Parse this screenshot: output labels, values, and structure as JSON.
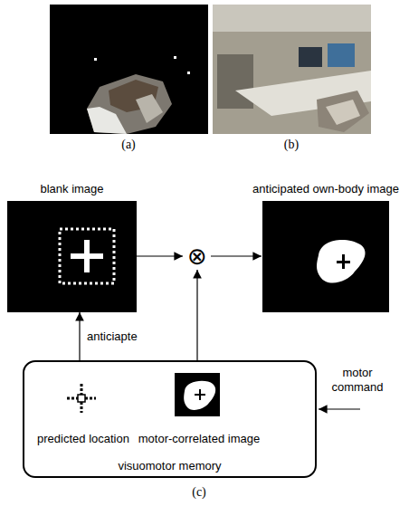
{
  "diagram": {
    "nodes": [
      {
        "text": [
          "blank image"
        ]
      },
      {
        "text": [
          "⊗"
        ]
      },
      {
        "text": [
          "anticipated own-body image"
        ]
      },
      {
        "text": [
          "visuomotor memory"
        ]
      },
      {
        "text": [
          "predicted location"
        ],
        "in": 3
      },
      {
        "text": [
          "motor-correlated image"
        ],
        "in": 3
      }
    ],
    "edges": [
      {
        "from": 0,
        "to": 1,
        "arrow": "to"
      },
      {
        "from": 1,
        "to": 2,
        "arrow": "to"
      },
      {
        "from": 3,
        "to": 0,
        "label": "anticiapte",
        "arrow": "to"
      },
      {
        "from": 3,
        "to": 1,
        "arrow": "to"
      }
    ],
    "labels": [
      "(a)",
      "(b)",
      "motor command",
      "(c)"
    ]
  }
}
